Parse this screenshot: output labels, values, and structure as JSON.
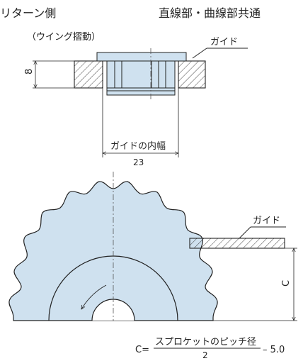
{
  "headings": {
    "left": "リターン側",
    "right": "直線部・曲線部共通"
  },
  "top_view": {
    "wing_note": "（ウイング摺動）",
    "guide_label": "ガイド",
    "height_dim": "8",
    "width_label": "ガイドの内幅",
    "width_value": "23"
  },
  "bottom_view": {
    "guide_label": "ガイド",
    "c_dim": "C"
  },
  "formula": {
    "lhs": "C=",
    "numerator": "スプロケットのピッチ径",
    "denominator": "2",
    "suffix": "– 5.0"
  }
}
